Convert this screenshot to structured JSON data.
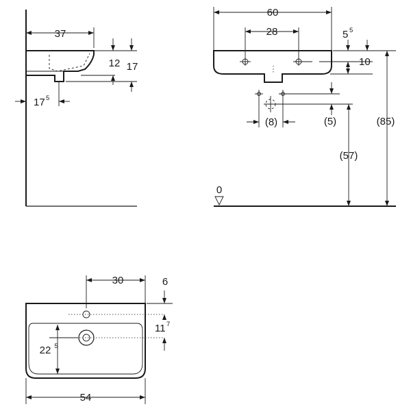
{
  "side_view": {
    "width": "37",
    "rim_height": "12",
    "total_height": "17",
    "wall_offset_main": "17",
    "wall_offset_sup": "5"
  },
  "front_view": {
    "width": "60",
    "tap_spacing": "28",
    "rim_offset_main": "5",
    "rim_offset_sup": "5",
    "bowl_depth": "10",
    "fixing_spacing": "(8)",
    "fixing_offset": "(5)",
    "fixing_height": "(57)",
    "rim_height": "(85)",
    "floor_level": "0"
  },
  "top_view": {
    "tap_offset": "30",
    "back_offset": "6",
    "waste_offset_main": "11",
    "waste_offset_sup": "7",
    "basin_depth_main": "22",
    "basin_depth_sup": "5",
    "width": "54"
  }
}
